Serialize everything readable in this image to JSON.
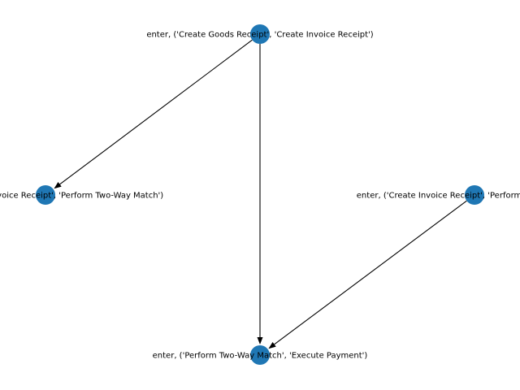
{
  "graph": {
    "node_color": "#1f77b4",
    "edge_color": "#000000",
    "directed": true,
    "nodes": [
      {
        "id": "n1",
        "label": "enter, ('Create Goods Receipt', 'Create Invoice Receipt')"
      },
      {
        "id": "n2",
        "label": "enter, ('Create Invoice Receipt', 'Perform Two-Way Match')"
      },
      {
        "id": "n3",
        "label": "enter, ('Create Invoice Receipt', 'Perform Two-Way Match')"
      },
      {
        "id": "n4",
        "label": "enter, ('Perform Two-Way Match', 'Execute Payment')"
      }
    ],
    "edges": [
      {
        "from": "n1",
        "to": "n2"
      },
      {
        "from": "n1",
        "to": "n4"
      },
      {
        "from": "n3",
        "to": "n4"
      }
    ]
  }
}
